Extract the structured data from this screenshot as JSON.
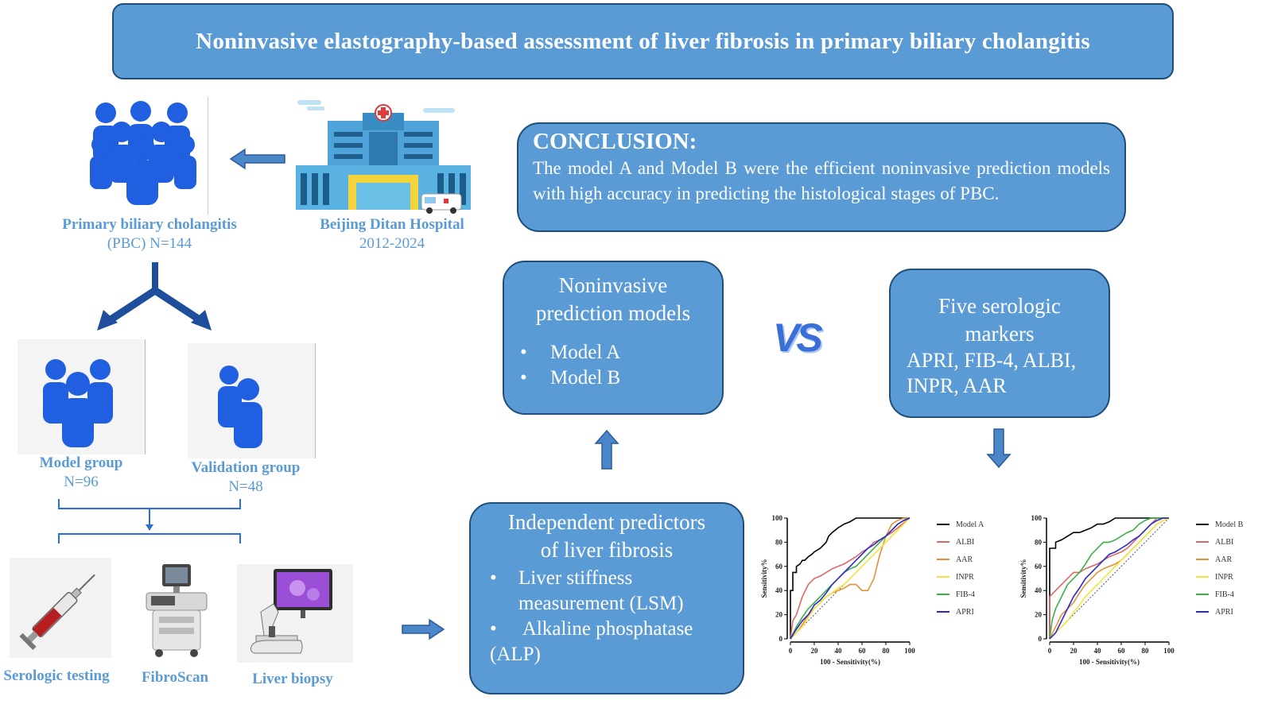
{
  "title": "Noninvasive elastography-based assessment of liver fibrosis in primary biliary cholangitis",
  "pbc": {
    "line1": "Primary biliary cholangitis",
    "line2": "(PBC) N=144"
  },
  "hospital": {
    "line1": "Beijing Ditan Hospital",
    "line2": "2012-2024"
  },
  "model_group": {
    "name": "Model group",
    "n": "N=96"
  },
  "validation_group": {
    "name": "Validation group",
    "n": "N=48"
  },
  "tests": {
    "serologic": "Serologic testing",
    "fibroscan": "FibroScan",
    "biopsy": "Liver biopsy"
  },
  "conclusion": {
    "heading": "CONCLUSION:",
    "text": "The model A and Model B were the efficient noninvasive  prediction models with high accuracy in predicting the histological stages of PBC."
  },
  "models_box": {
    "title_line1": "Noninvasive",
    "title_line2": "prediction models",
    "items": [
      "Model A",
      "Model B"
    ]
  },
  "vs": "VS",
  "markers_box": {
    "title_line1": "Five serologic",
    "title_line2": "markers",
    "line3": "APRI, FIB-4, ALBI,",
    "line4": "INPR, AAR"
  },
  "predictors_box": {
    "title_line1": "Independent predictors",
    "title_line2": "of liver fibrosis",
    "item1_line1": "Liver stiffness",
    "item1_line2": "measurement (LSM)",
    "item2_line1": " Alkaline phosphatase",
    "item2_line2": "(ALP)"
  },
  "chart_data": [
    {
      "type": "line",
      "xlabel": "100 - Sensitivity(%)",
      "ylabel": "Sensitivity%",
      "xlim": [
        0,
        100
      ],
      "ylim": [
        0,
        100
      ],
      "xticks": [
        0,
        20,
        40,
        60,
        80,
        100
      ],
      "yticks": [
        0,
        20,
        40,
        60,
        80,
        100
      ],
      "reference_line": true,
      "legend_position": "right",
      "series": [
        {
          "name": "Model A",
          "color": "#000000",
          "x": [
            0,
            0,
            2,
            2,
            5,
            5,
            8,
            10,
            12,
            15,
            18,
            20,
            25,
            30,
            32,
            35,
            40,
            45,
            50,
            55,
            60,
            70,
            80,
            90,
            100
          ],
          "y": [
            0,
            40,
            40,
            55,
            55,
            60,
            62,
            65,
            65,
            68,
            70,
            72,
            75,
            80,
            85,
            88,
            92,
            95,
            97,
            100,
            100,
            100,
            100,
            100,
            100
          ]
        },
        {
          "name": "ALBI",
          "color": "#E06666",
          "x": [
            0,
            2,
            5,
            10,
            15,
            20,
            25,
            30,
            35,
            40,
            45,
            50,
            55,
            60,
            65,
            70,
            75,
            80,
            85,
            90,
            95,
            100
          ],
          "y": [
            0,
            15,
            20,
            35,
            45,
            50,
            52,
            55,
            58,
            60,
            62,
            65,
            68,
            72,
            75,
            80,
            82,
            85,
            88,
            92,
            96,
            100
          ]
        },
        {
          "name": "AAR",
          "color": "#E69138",
          "x": [
            0,
            5,
            10,
            15,
            20,
            25,
            30,
            35,
            40,
            45,
            50,
            55,
            60,
            65,
            70,
            75,
            80,
            85,
            90,
            95,
            100
          ],
          "y": [
            0,
            5,
            12,
            20,
            25,
            30,
            35,
            38,
            40,
            42,
            45,
            45,
            40,
            40,
            50,
            70,
            85,
            95,
            98,
            100,
            100
          ]
        },
        {
          "name": "INPR",
          "color": "#F1E43C",
          "x": [
            0,
            5,
            10,
            15,
            20,
            25,
            30,
            35,
            40,
            45,
            50,
            55,
            60,
            65,
            70,
            75,
            80,
            85,
            90,
            95,
            100
          ],
          "y": [
            0,
            5,
            10,
            18,
            25,
            30,
            35,
            38,
            42,
            45,
            50,
            55,
            60,
            65,
            70,
            75,
            80,
            85,
            90,
            95,
            100
          ]
        },
        {
          "name": "FIB-4",
          "color": "#3CB043",
          "x": [
            0,
            5,
            10,
            15,
            20,
            25,
            30,
            35,
            40,
            45,
            50,
            55,
            60,
            65,
            70,
            75,
            80,
            85,
            90,
            95,
            100
          ],
          "y": [
            0,
            10,
            18,
            25,
            30,
            35,
            40,
            45,
            50,
            55,
            58,
            60,
            65,
            70,
            75,
            80,
            85,
            90,
            95,
            98,
            100
          ]
        },
        {
          "name": "APRI",
          "color": "#2929CC",
          "x": [
            0,
            5,
            10,
            15,
            20,
            25,
            30,
            35,
            40,
            45,
            50,
            55,
            60,
            65,
            70,
            75,
            80,
            85,
            90,
            95,
            100
          ],
          "y": [
            0,
            8,
            15,
            20,
            28,
            32,
            38,
            45,
            50,
            55,
            60,
            65,
            70,
            75,
            78,
            82,
            85,
            90,
            95,
            98,
            100
          ]
        }
      ]
    },
    {
      "type": "line",
      "xlabel": "100 - Sensitivity(%)",
      "ylabel": "Sensitivity%",
      "xlim": [
        0,
        100
      ],
      "ylim": [
        0,
        100
      ],
      "xticks": [
        0,
        20,
        40,
        60,
        80,
        100
      ],
      "yticks": [
        0,
        20,
        40,
        60,
        80,
        100
      ],
      "reference_line": true,
      "legend_position": "right",
      "series": [
        {
          "name": "Model B",
          "color": "#000000",
          "x": [
            0,
            0,
            5,
            5,
            10,
            15,
            20,
            25,
            30,
            35,
            40,
            45,
            50,
            55,
            60,
            70,
            80,
            90,
            100
          ],
          "y": [
            0,
            75,
            75,
            80,
            82,
            85,
            88,
            88,
            90,
            92,
            95,
            95,
            97,
            100,
            100,
            100,
            100,
            100,
            100
          ]
        },
        {
          "name": "ALBI",
          "color": "#E06666",
          "x": [
            0,
            0,
            5,
            10,
            15,
            20,
            25,
            30,
            35,
            40,
            45,
            50,
            55,
            60,
            65,
            70,
            75,
            80,
            85,
            90,
            100
          ],
          "y": [
            0,
            35,
            40,
            45,
            50,
            55,
            55,
            58,
            60,
            62,
            65,
            68,
            70,
            72,
            75,
            80,
            85,
            90,
            95,
            100,
            100
          ]
        },
        {
          "name": "AAR",
          "color": "#E69138",
          "x": [
            0,
            5,
            10,
            15,
            20,
            25,
            30,
            35,
            40,
            45,
            50,
            55,
            60,
            65,
            70,
            75,
            80,
            85,
            90,
            95,
            100
          ],
          "y": [
            0,
            10,
            20,
            25,
            30,
            38,
            45,
            50,
            55,
            58,
            60,
            62,
            65,
            70,
            75,
            80,
            85,
            90,
            95,
            98,
            100
          ]
        },
        {
          "name": "INPR",
          "color": "#F1E43C",
          "x": [
            0,
            5,
            10,
            15,
            20,
            25,
            30,
            35,
            40,
            45,
            50,
            55,
            60,
            65,
            70,
            75,
            80,
            85,
            90,
            95,
            100
          ],
          "y": [
            0,
            5,
            10,
            15,
            22,
            28,
            35,
            40,
            45,
            50,
            55,
            60,
            65,
            70,
            75,
            80,
            85,
            90,
            95,
            98,
            100
          ]
        },
        {
          "name": "FIB-4",
          "color": "#3CB043",
          "x": [
            0,
            2,
            5,
            10,
            15,
            20,
            25,
            30,
            35,
            40,
            45,
            50,
            55,
            60,
            65,
            70,
            75,
            80,
            85,
            90,
            100
          ],
          "y": [
            0,
            15,
            25,
            35,
            45,
            50,
            55,
            62,
            70,
            75,
            80,
            80,
            82,
            85,
            88,
            90,
            95,
            98,
            100,
            100,
            100
          ]
        },
        {
          "name": "APRI",
          "color": "#2929CC",
          "x": [
            0,
            5,
            10,
            15,
            20,
            25,
            30,
            35,
            40,
            45,
            50,
            55,
            60,
            65,
            70,
            75,
            80,
            85,
            90,
            95,
            100
          ],
          "y": [
            0,
            5,
            15,
            25,
            35,
            42,
            50,
            55,
            60,
            65,
            70,
            72,
            75,
            78,
            82,
            85,
            90,
            95,
            98,
            100,
            100
          ]
        }
      ]
    }
  ]
}
